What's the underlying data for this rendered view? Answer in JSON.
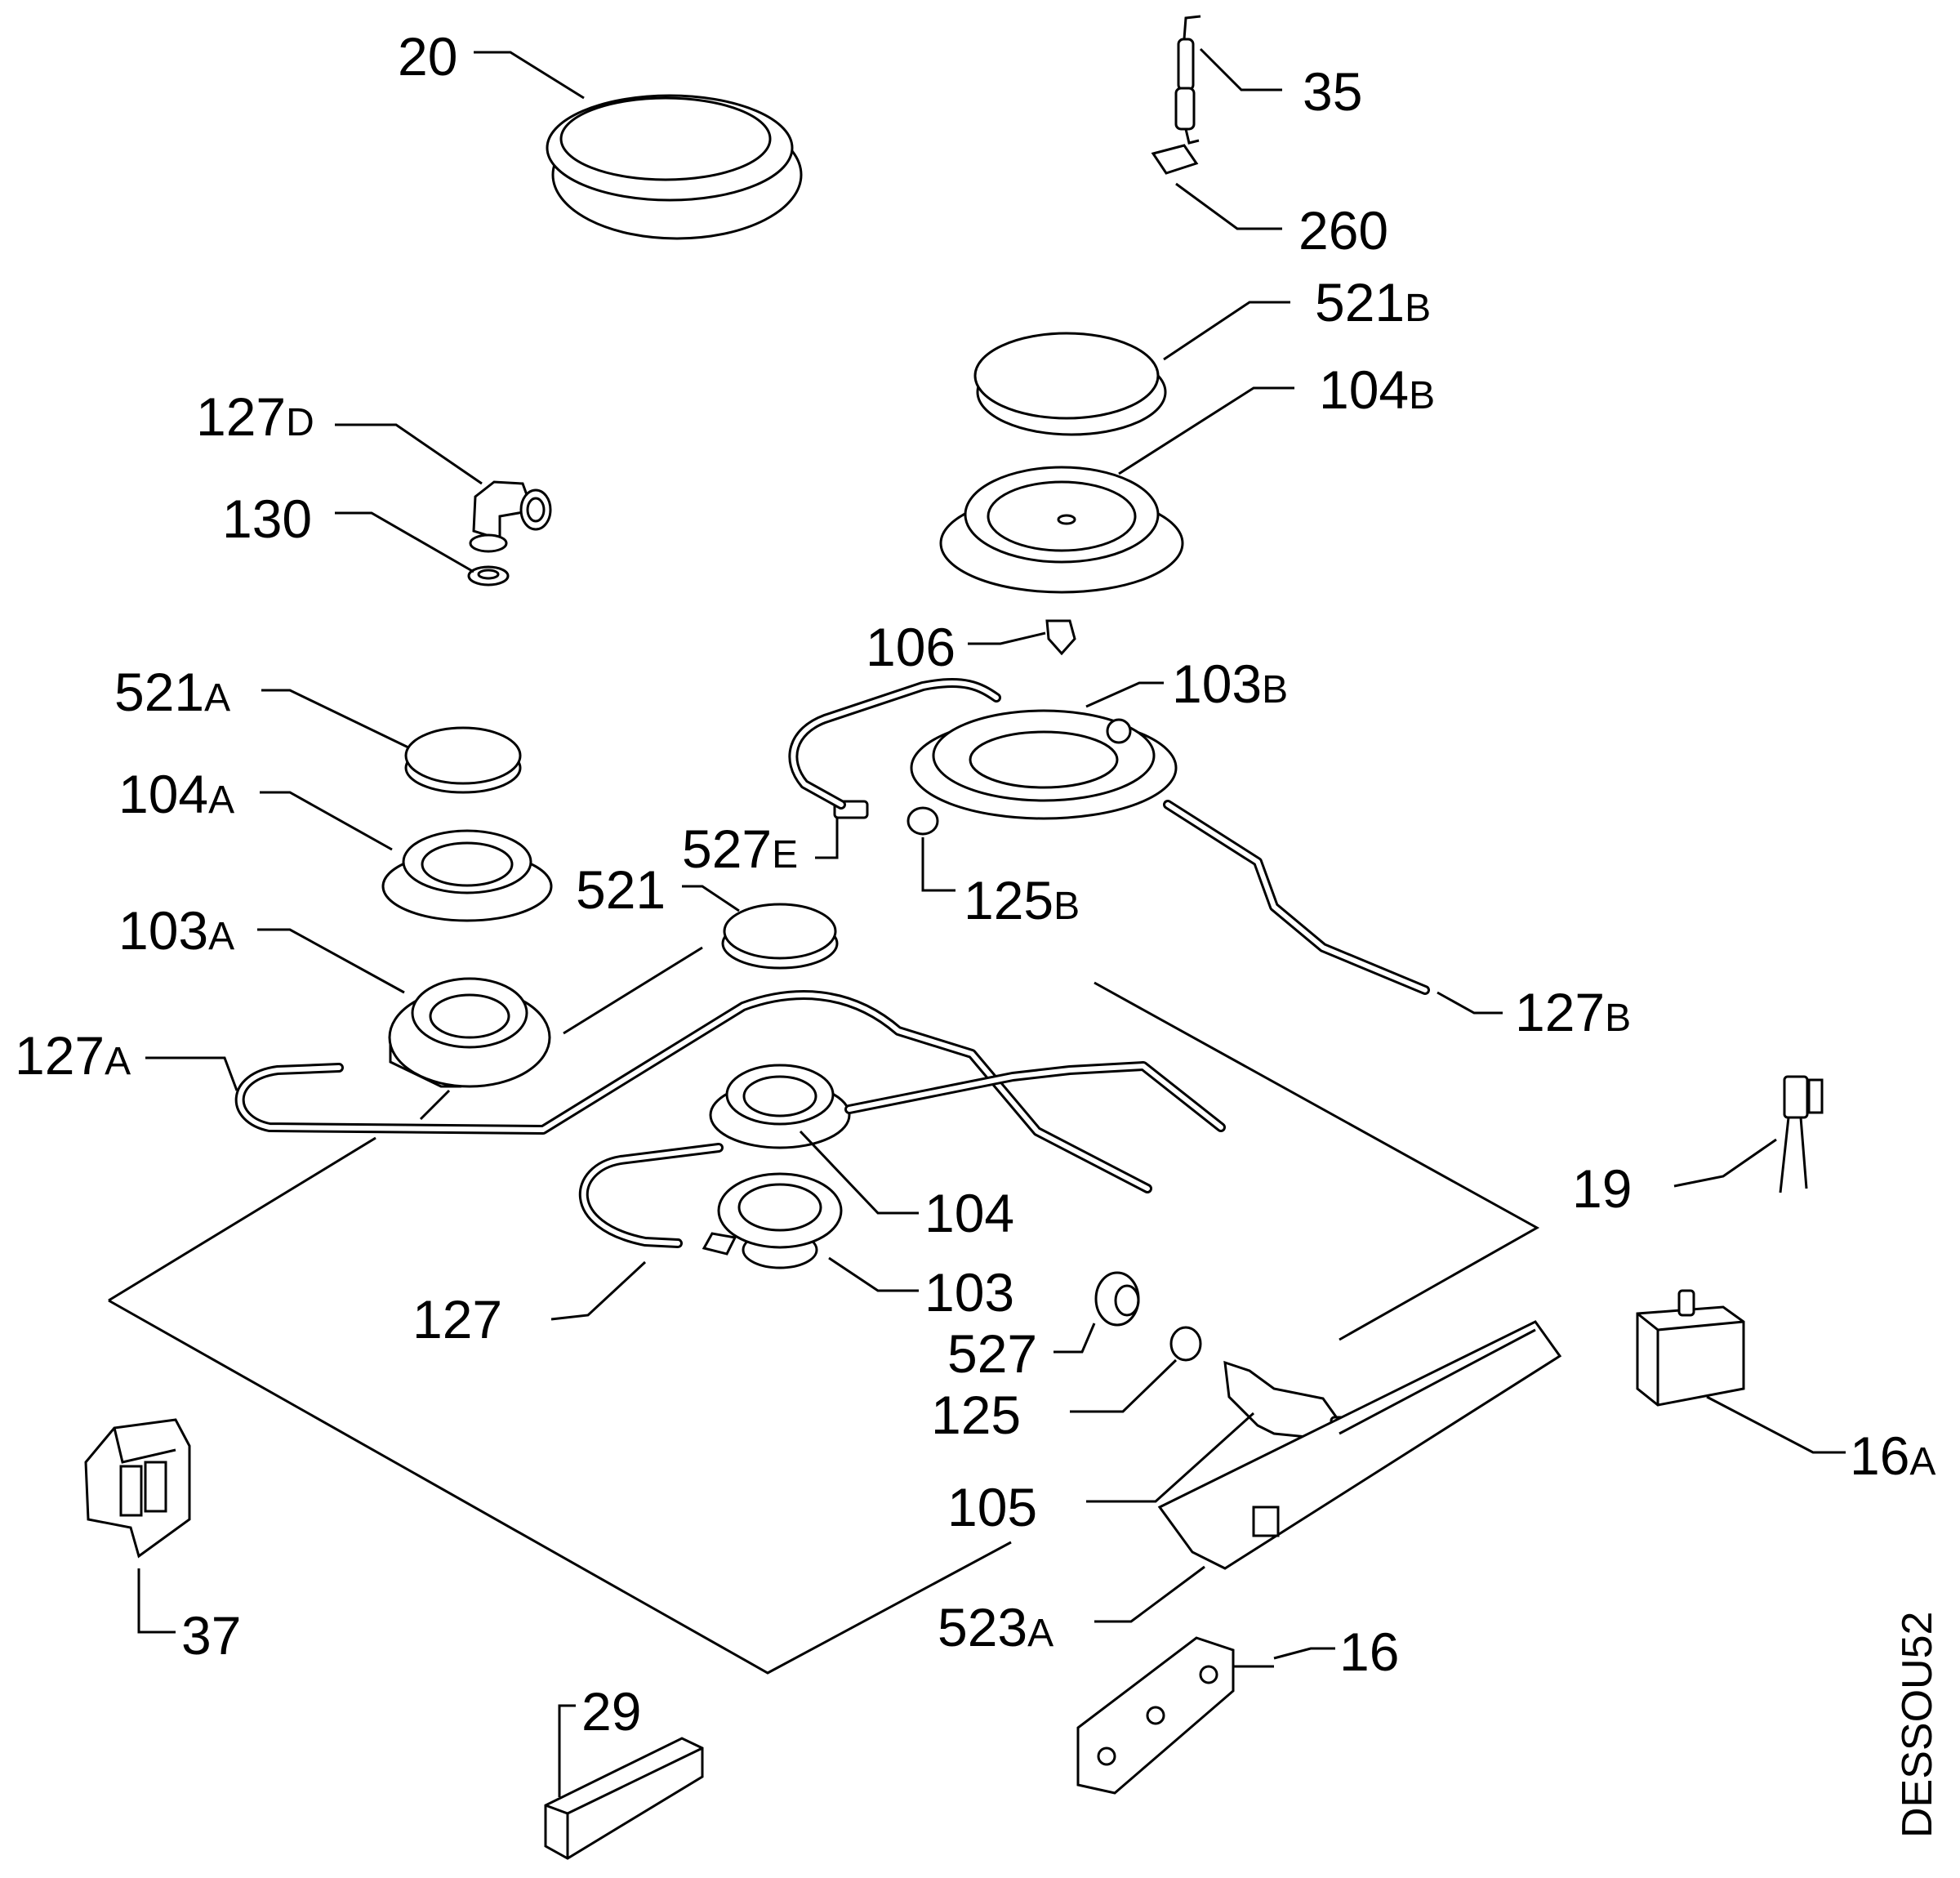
{
  "diagram": {
    "code": "DESSOU52",
    "labels": [
      {
        "id": "20",
        "num": "20",
        "sfx": ""
      },
      {
        "id": "35",
        "num": "35",
        "sfx": ""
      },
      {
        "id": "260",
        "num": "260",
        "sfx": ""
      },
      {
        "id": "521B",
        "num": "521",
        "sfx": "B"
      },
      {
        "id": "104B",
        "num": "104",
        "sfx": "B"
      },
      {
        "id": "127D",
        "num": "127",
        "sfx": "D"
      },
      {
        "id": "130",
        "num": "130",
        "sfx": ""
      },
      {
        "id": "106",
        "num": "106",
        "sfx": ""
      },
      {
        "id": "103B",
        "num": "103",
        "sfx": "B"
      },
      {
        "id": "521A",
        "num": "521",
        "sfx": "A"
      },
      {
        "id": "104A",
        "num": "104",
        "sfx": "A"
      },
      {
        "id": "527E",
        "num": "527",
        "sfx": "E"
      },
      {
        "id": "125B",
        "num": "125",
        "sfx": "B"
      },
      {
        "id": "521",
        "num": "521",
        "sfx": ""
      },
      {
        "id": "103A",
        "num": "103",
        "sfx": "A"
      },
      {
        "id": "127B",
        "num": "127",
        "sfx": "B"
      },
      {
        "id": "127A",
        "num": "127",
        "sfx": "A"
      },
      {
        "id": "19",
        "num": "19",
        "sfx": ""
      },
      {
        "id": "104",
        "num": "104",
        "sfx": ""
      },
      {
        "id": "103",
        "num": "103",
        "sfx": ""
      },
      {
        "id": "127",
        "num": "127",
        "sfx": ""
      },
      {
        "id": "527",
        "num": "527",
        "sfx": ""
      },
      {
        "id": "125",
        "num": "125",
        "sfx": ""
      },
      {
        "id": "105",
        "num": "105",
        "sfx": ""
      },
      {
        "id": "16A",
        "num": "16",
        "sfx": "A"
      },
      {
        "id": "37",
        "num": "37",
        "sfx": ""
      },
      {
        "id": "523A",
        "num": "523",
        "sfx": "A"
      },
      {
        "id": "16",
        "num": "16",
        "sfx": ""
      },
      {
        "id": "29",
        "num": "29",
        "sfx": ""
      }
    ]
  }
}
